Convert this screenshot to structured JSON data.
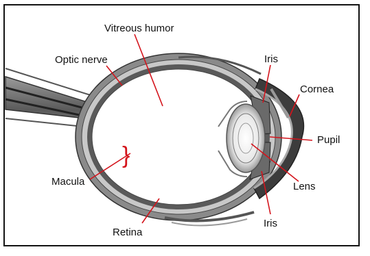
{
  "diagram": {
    "labels": {
      "vitreous_humor": "Vitreous humor",
      "optic_nerve": "Optic nerve",
      "iris_top": "Iris",
      "cornea": "Cornea",
      "pupil": "Pupil",
      "macula": "Macula",
      "lens": "Lens",
      "iris_bottom": "Iris",
      "retina": "Retina"
    },
    "colors": {
      "border": "#111111",
      "leader_line": "#d4141c",
      "macula_brace": "#d4141c",
      "outer_tissue": "#8a8a8a",
      "mid_tissue": "#c4c4c4",
      "dark_tissue": "#3c3c3c",
      "interior": "#ffffff"
    }
  }
}
